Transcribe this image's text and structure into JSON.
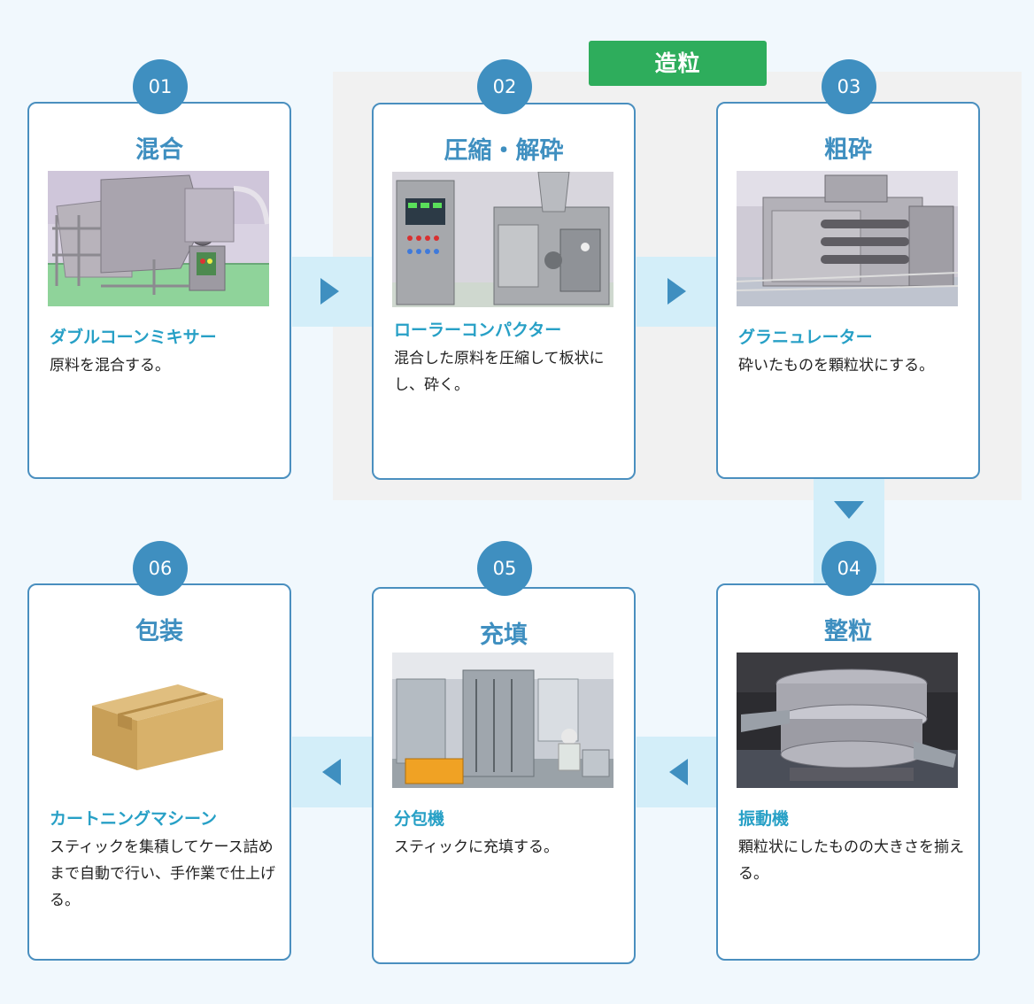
{
  "group_label": "造粒",
  "steps": [
    {
      "num": "01",
      "title": "混合",
      "machine": "ダブルコーンミキサー",
      "desc": "原料を混合する。",
      "image": "double-cone-mixer-photo"
    },
    {
      "num": "02",
      "title": "圧縮・解砕",
      "machine": "ローラーコンパクター",
      "desc": "混合した原料を圧縮して板状にし、砕く。",
      "image": "roller-compactor-photo"
    },
    {
      "num": "03",
      "title": "粗砕",
      "machine": "グラニュレーター",
      "desc": "砕いたものを顆粒状にする。",
      "image": "granulator-photo"
    },
    {
      "num": "04",
      "title": "整粒",
      "machine": "振動機",
      "desc": "顆粒状にしたものの大きさを揃える。",
      "image": "vibrating-sieve-photo"
    },
    {
      "num": "05",
      "title": "充填",
      "machine": "分包機",
      "desc": "スティックに充填する。",
      "image": "packaging-machine-photo"
    },
    {
      "num": "06",
      "title": "包装",
      "machine": "カートニングマシーン",
      "desc": "スティックを集積してケース詰めまで自動で行い、手作業で仕上げる。",
      "image": "cardboard-box-icon"
    }
  ],
  "colors": {
    "accent": "#3f8fc0",
    "machine_text": "#27a0c6",
    "group_badge": "#2ead5c",
    "connector": "#d3eef9",
    "gray_zone": "#f1f1f1"
  }
}
